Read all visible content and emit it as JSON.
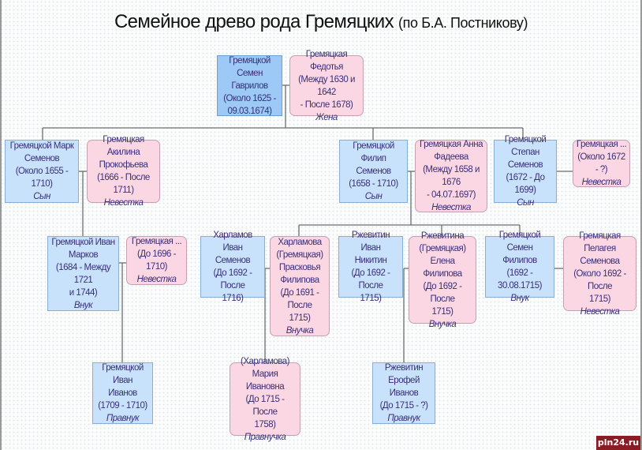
{
  "title": {
    "main": "Семейное древо рода Гремяцких ",
    "sub": "(по Б.А. Постникову)"
  },
  "colors": {
    "male_box": "#c9e2fb",
    "root_box": "#9cc9f5",
    "female_box": "#fbd7e4",
    "text": "#3a2f7a",
    "connector": "#6d6d6d",
    "watermark_bg": "#8c1c24"
  },
  "people": {
    "semen_g": {
      "name": [
        "Гремяцкой Семен",
        "Гаврилов"
      ],
      "dates": [
        "(Около 1625 -",
        "09.03.1674)"
      ],
      "role": ""
    },
    "fedotya": {
      "name": [
        "Гремяцкая Федотья"
      ],
      "dates": [
        "(Между 1630 и 1642",
        "- После 1678)"
      ],
      "role": "Жена"
    },
    "mark": {
      "name": [
        "Гремяцкой Марк",
        "Семенов"
      ],
      "dates": [
        "(Около 1655 - 1710)"
      ],
      "role": "Сын"
    },
    "akilina": {
      "name": [
        "Гремяцкая Акилина",
        "Прокофьева"
      ],
      "dates": [
        "(1666 - После 1711)"
      ],
      "role": "Невестка"
    },
    "filip": {
      "name": [
        "Гремяцкой Филип",
        "Семенов"
      ],
      "dates": [
        "(1658 - 1710)"
      ],
      "role": "Сын"
    },
    "anna": {
      "name": [
        "Гремяцкая Анна",
        "Фадеева"
      ],
      "dates": [
        "(Между 1658 и 1676",
        "- 04.07.1697)"
      ],
      "role": "Невестка"
    },
    "stepan": {
      "name": [
        "Гремяцкой Степан",
        "Семенов"
      ],
      "dates": [
        "(1672 - До 1699)"
      ],
      "role": "Сын"
    },
    "stepan_wife": {
      "name": [
        "Гремяцкая ..."
      ],
      "dates": [
        "(Около 1672 - ?)"
      ],
      "role": "Невестка"
    },
    "ivan_m": {
      "name": [
        "Гремяцкой Иван",
        "Марков"
      ],
      "dates": [
        "(1684 - Между 1721",
        "и 1744)"
      ],
      "role": "Внук"
    },
    "ivan_m_wife": {
      "name": [
        "Гремяцкая ..."
      ],
      "dates": [
        "(До 1696 - 1710)"
      ],
      "role": "Невестка"
    },
    "kharlamov": {
      "name": [
        "Харламов Иван",
        "Семенов"
      ],
      "dates": [
        "(До 1692 - После",
        "1716)"
      ],
      "role": ""
    },
    "praskovya": {
      "name": [
        "Харламова",
        "(Гремяцкая)",
        "Прасковья",
        "Филипова"
      ],
      "dates": [
        "(До 1691 - После",
        "1715)"
      ],
      "role": "Внучка"
    },
    "rzhevitin": {
      "name": [
        "Ржевитин Иван",
        "Никитин"
      ],
      "dates": [
        "(До 1692 - После",
        "1715)"
      ],
      "role": ""
    },
    "elena": {
      "name": [
        "Ржевитина",
        "(Гремяцкая) Елена",
        "Филипова"
      ],
      "dates": [
        "(До 1692 - После",
        "1715)"
      ],
      "role": "Внучка"
    },
    "semen_f": {
      "name": [
        "Гремяцкой Семен",
        "Филипов"
      ],
      "dates": [
        "(1692 - 30.08.1715)"
      ],
      "role": "Внук"
    },
    "pelageya": {
      "name": [
        "Гремяцкая Пелагея",
        "Семенова"
      ],
      "dates": [
        "(Около 1692 - После",
        "1715)"
      ],
      "role": "Невестка"
    },
    "ivan_i": {
      "name": [
        "Гремяцкой Иван",
        "Иванов"
      ],
      "dates": [
        "(1709 - 1710)"
      ],
      "role": "Правнук"
    },
    "mariya": {
      "name": [
        "(Харламова) Мария",
        "Ивановна"
      ],
      "dates": [
        "(До 1715 - После",
        "1758)"
      ],
      "role": "Правнучка"
    },
    "erofey": {
      "name": [
        "Ржевитин Ерофей",
        "Иванов"
      ],
      "dates": [
        "(До 1715 - ?)"
      ],
      "role": "Правнук"
    }
  },
  "watermark": "pln24.ru"
}
